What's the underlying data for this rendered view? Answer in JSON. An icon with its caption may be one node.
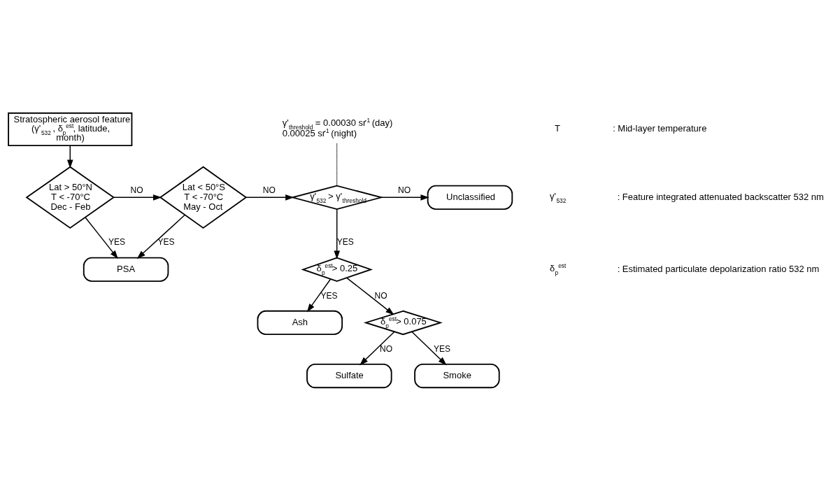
{
  "diagram": {
    "nodes": [
      {
        "text": [
          "Stratospheric aerosol feature (γ'$_{532}$ , δ$_{p}$$^{est}$, latitude, month)"
        ]
      },
      {
        "text": [
          "Lat > 50°N T < -70°C Dec - Feb"
        ]
      },
      {
        "text": [
          "Lat < 50°S T < -70°C May - Oct"
        ]
      },
      {
        "text": [
          "γ'$_{532}$ > γ'$_{threshold}$"
        ]
      },
      {
        "text": [
          "Unclassified"
        ]
      },
      {
        "text": [
          "PSA"
        ]
      },
      {
        "text": [
          "δ$_{p}$$^{est}$> 0.25"
        ]
      },
      {
        "text": [
          "Ash"
        ]
      },
      {
        "text": [
          "δ$_{p}$$^{est}$> 0.075"
        ]
      },
      {
        "text": [
          "Sulfate"
        ]
      },
      {
        "text": [
          "Smoke"
        ]
      },
      {
        "text": [
          "γ'$_{threshold}$ = 0.00030 sr$^{-1}$ (day) 0.00025 sr$^{-1}$ (night)"
        ]
      }
    ],
    "edges": [
      {
        "from": 0,
        "to": 1,
        "arrow": "to"
      },
      {
        "from": 1,
        "to": 2,
        "arrow": "to",
        "label": "NO"
      },
      {
        "from": 2,
        "to": 3,
        "arrow": "to",
        "label": "NO"
      },
      {
        "from": 3,
        "to": 4,
        "arrow": "to",
        "label": "NO"
      },
      {
        "from": 1,
        "to": 5,
        "arrow": "to",
        "label": "YES"
      },
      {
        "from": 2,
        "to": 5,
        "arrow": "to",
        "label": "YES"
      },
      {
        "from": 3,
        "to": 6,
        "arrow": "to",
        "label": "YES"
      },
      {
        "from": 6,
        "to": 7,
        "arrow": "to",
        "label": "YES"
      },
      {
        "from": 6,
        "to": 8,
        "arrow": "to",
        "label": "NO"
      },
      {
        "from": 8,
        "to": 9,
        "arrow": "to",
        "label": "NO"
      },
      {
        "from": 8,
        "to": 10,
        "arrow": "to",
        "label": "YES"
      },
      {
        "from": 11,
        "to": 3,
        "arrow": "none"
      }
    ],
    "labels": [
      "T",
      ": Mid-layer temperature",
      "γ'$_{532}$",
      ": Feature integrated attenuated backscatter 532 nm",
      "δ$_{p}$$^{est}$",
      ": Estimated particulate depolarization ratio 532 nm"
    ]
  }
}
